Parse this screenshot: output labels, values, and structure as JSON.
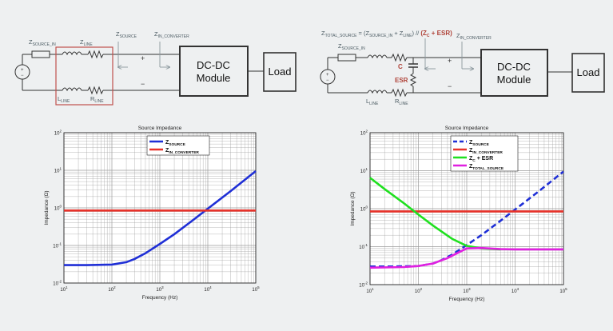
{
  "colors": {
    "background": "#eef0f1",
    "wire": "#333333",
    "label": "#4a5a62",
    "arrow": "#8a969c",
    "highlight_box": "#c0504d",
    "esr_text": "#b0443a",
    "z_source": "#1f2fd6",
    "z_in_converter": "#e8322a",
    "z_c_esr": "#1fe01f",
    "z_total_source": "#e020e0"
  },
  "left_circuit": {
    "z_source_in": "Z",
    "z_source_in_sub": "SOURCE_IN",
    "z_line": "Z",
    "z_line_sub": "LINE",
    "z_source": "Z",
    "z_source_sub": "SOURCE",
    "z_in_conv": "Z",
    "z_in_conv_sub": "IN_CONVERTER",
    "l_line": "L",
    "l_line_sub": "LINE",
    "r_line": "R",
    "r_line_sub": "LINE",
    "plus": "+",
    "minus": "−",
    "module_line1": "DC-DC",
    "module_line2": "Module",
    "load": "Load"
  },
  "right_circuit": {
    "eq_z": "Z",
    "eq_z_sub": "TOTAL_SOURCE",
    "eq_mid1": " = (Z",
    "eq_mid1_sub": "SOURCE_IN",
    "eq_mid2": " + Z",
    "eq_mid2_sub": "LINE",
    "eq_mid3": ") // ",
    "eq_esr_open": "(Z",
    "eq_esr_sub": "C",
    "eq_esr_close": " + ESR)",
    "z_source_in": "Z",
    "z_source_in_sub": "SOURCE_IN",
    "z_in_conv": "Z",
    "z_in_conv_sub": "IN_CONVERTER",
    "cap_label": "C",
    "esr_label": "ESR",
    "l_line": "L",
    "l_line_sub": "LINE",
    "r_line": "R",
    "r_line_sub": "LINE",
    "plus": "+",
    "minus": "−",
    "module_line1": "DC-DC",
    "module_line2": "Module",
    "load": "Load"
  },
  "chart_data": [
    {
      "type": "line",
      "title": "Source Impedance",
      "xlabel": "Frequency (Hz)",
      "ylabel": "Impedance (Ω)",
      "xscale": "log",
      "yscale": "log",
      "xlim": [
        10,
        100000
      ],
      "ylim": [
        0.01,
        100
      ],
      "grid": true,
      "legend_position": "top-left",
      "x_ticks": [
        "10",
        "10",
        "10",
        "10",
        "10"
      ],
      "x_tick_exp": [
        "1",
        "2",
        "3",
        "4",
        "5"
      ],
      "y_ticks": [
        "10",
        "10",
        "10",
        "10",
        "10"
      ],
      "y_tick_exp": [
        "-2",
        "-1",
        "0",
        "1",
        "2"
      ],
      "series": [
        {
          "name": "Z",
          "name_sub": "SOURCE",
          "color": "#1f2fd6",
          "style": "solid",
          "x": [
            10,
            30,
            100,
            200,
            300,
            500,
            1000,
            2000,
            5000,
            10000,
            30000,
            100000
          ],
          "y": [
            0.03,
            0.03,
            0.031,
            0.036,
            0.044,
            0.062,
            0.11,
            0.2,
            0.48,
            0.95,
            2.8,
            9.5
          ]
        },
        {
          "name": "Z",
          "name_sub": "IN_CONVERTER",
          "color": "#e8322a",
          "style": "solid",
          "x": [
            10,
            100000
          ],
          "y": [
            0.85,
            0.85
          ]
        }
      ]
    },
    {
      "type": "line",
      "title": "Source Impedance",
      "xlabel": "Frequency (Hz)",
      "ylabel": "Impedance (Ω)",
      "xscale": "log",
      "yscale": "log",
      "xlim": [
        10,
        100000
      ],
      "ylim": [
        0.01,
        100
      ],
      "grid": true,
      "legend_position": "top-right",
      "x_ticks": [
        "10",
        "10",
        "10",
        "10",
        "10"
      ],
      "x_tick_exp": [
        "1",
        "2",
        "3",
        "4",
        "5"
      ],
      "y_ticks": [
        "10",
        "10",
        "10",
        "10",
        "10"
      ],
      "y_tick_exp": [
        "-2",
        "-1",
        "0",
        "1",
        "2"
      ],
      "series": [
        {
          "name": "Z",
          "name_sub": "SOURCE",
          "color": "#1f2fd6",
          "style": "dashed",
          "x": [
            10,
            30,
            100,
            200,
            300,
            500,
            1000,
            2000,
            5000,
            10000,
            30000,
            100000
          ],
          "y": [
            0.03,
            0.03,
            0.031,
            0.036,
            0.044,
            0.062,
            0.11,
            0.2,
            0.48,
            0.95,
            2.8,
            9.5
          ]
        },
        {
          "name": "Z",
          "name_sub": "IN_CONVERTER",
          "color": "#e8322a",
          "style": "solid",
          "x": [
            10,
            100000
          ],
          "y": [
            0.85,
            0.85
          ]
        },
        {
          "name": "Z",
          "name_sub": "C",
          "name_suffix": " + ESR",
          "color": "#1fe01f",
          "style": "solid",
          "x": [
            10,
            20,
            50,
            100,
            200,
            500,
            1000,
            2000,
            5000
          ],
          "y": [
            6.5,
            3.3,
            1.4,
            0.7,
            0.36,
            0.16,
            0.105,
            0.09,
            0.085
          ]
        },
        {
          "name": "Z",
          "name_sub": "TOTAL_SOURCE",
          "color": "#e020e0",
          "style": "solid",
          "x": [
            10,
            50,
            100,
            200,
            400,
            700,
            1000,
            2000,
            5000,
            10000,
            100000
          ],
          "y": [
            0.028,
            0.029,
            0.031,
            0.036,
            0.05,
            0.072,
            0.09,
            0.092,
            0.086,
            0.085,
            0.085
          ]
        }
      ]
    }
  ]
}
